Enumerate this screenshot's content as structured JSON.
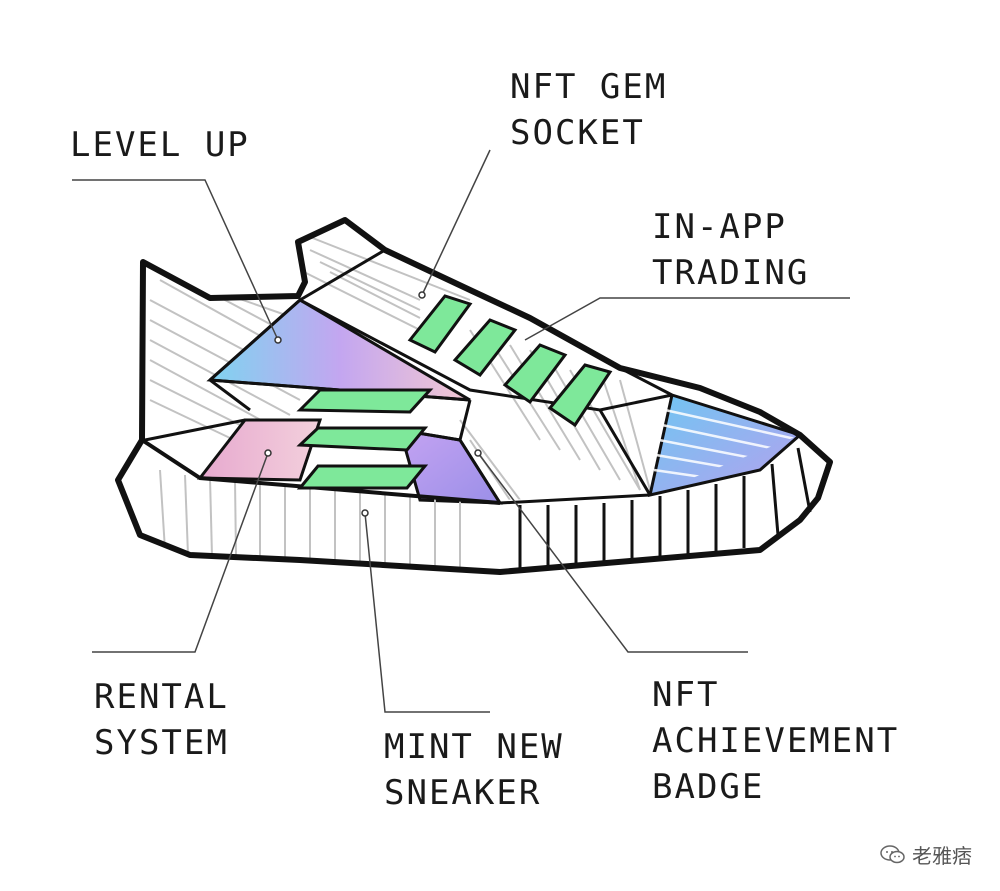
{
  "labels": {
    "level_up": [
      "LEVEL UP"
    ],
    "nft_gem_socket": [
      "NFT GEM",
      "SOCKET"
    ],
    "in_app_trading": [
      "IN-APP",
      "TRADING"
    ],
    "rental_system": [
      "RENTAL",
      "SYSTEM"
    ],
    "mint_new_sneaker": [
      "MINT NEW",
      "SNEAKER"
    ],
    "nft_achievement_badge": [
      "NFT",
      "ACHIEVEMENT",
      "BADGE"
    ]
  },
  "watermark": {
    "text": "老雅痞",
    "icon": "wechat-icon"
  },
  "colors": {
    "outline": "#111111",
    "hatch": "#bdbdbd",
    "lace_green": "#7ee89a",
    "lace_green_stroke": "#111111",
    "level_up_gradient": [
      "#7fd3f0",
      "#c3a6f0",
      "#f3c8d2"
    ],
    "rental_gradient": [
      "#e7a9cf",
      "#f3c9d6"
    ],
    "badge_purple": [
      "#c4a3f2",
      "#9b8fe8"
    ],
    "toe_blue": [
      "#6fc6f2",
      "#a8a2ee"
    ]
  }
}
